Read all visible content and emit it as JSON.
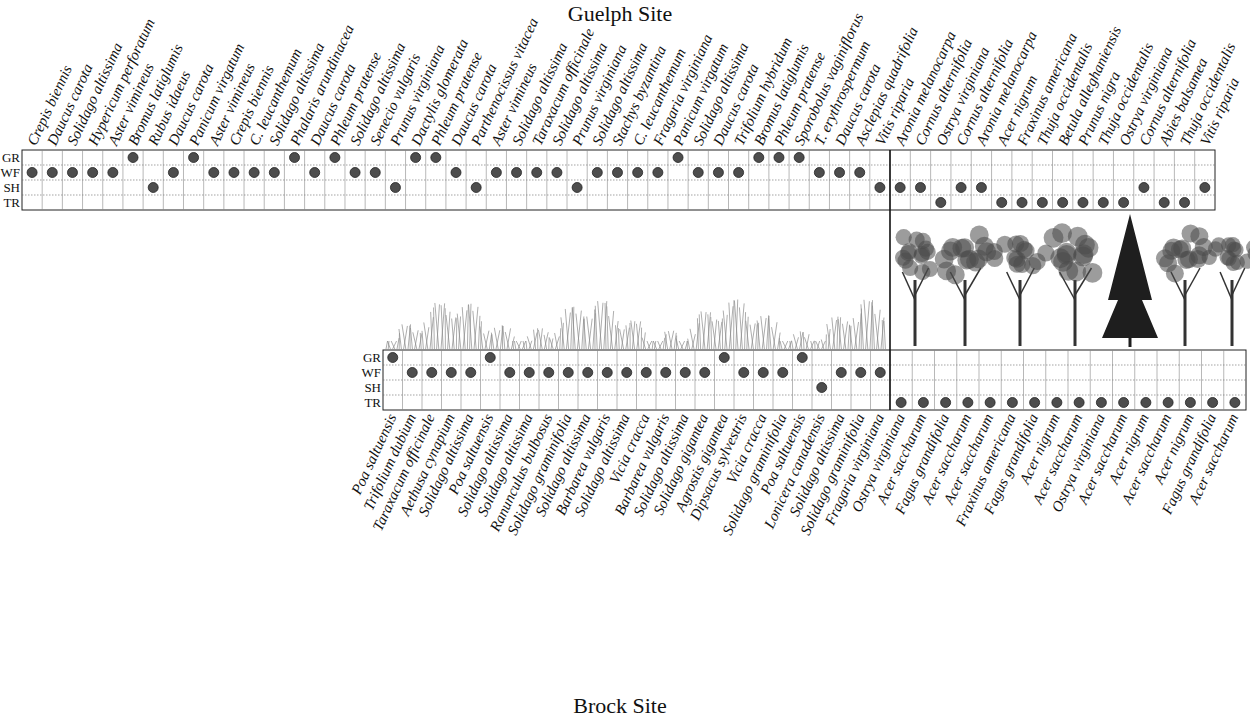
{
  "diagram": {
    "labels": [
      "Guelph Site",
      "Crepis biennis",
      "Daucus carota",
      "Solidago altissima",
      "Hypericum perforatum",
      "Aster vimineus",
      "Bromus latiglumis",
      "Rubus idaeus",
      "Daucus carota",
      "Panicum virgatum",
      "Aster vimineus",
      "Crepis biennis",
      "C. leucanthemum",
      "Solidago altissima",
      "Phalaris arundinacea",
      "Daucus carota",
      "Phleum pratense",
      "Solidago altissima",
      "Senecio vulgaris",
      "Prunus virginiana",
      "Dactylis glomerata",
      "Phleum pratense",
      "Daucus carota",
      "Parthenocissus vitacea",
      "Aster vimineus",
      "Solidago altissima",
      "Taraxacum officinale",
      "Solidago altissima",
      "Prunus virginiana",
      "Solidago altissima",
      "Stachys byzantina",
      "C. leucanthemum",
      "Fragaria virginiana",
      "Panicum virgatum",
      "Solidago altissima",
      "Daucus carota",
      "Trifolium hybridum",
      "Bromus latiglumis",
      "Phleum pratense",
      "Sporobolus vaginiflorus",
      "T. erythrospermum",
      "Daucus carota",
      "Asclepias quadrifolia",
      "Vitis riparia",
      "Aronia melanocarpa",
      "Cornus alternifolia",
      "Ostrya virginiana",
      "Cornus alternifolia",
      "Aronia melanocarpa",
      "Acer nigrum",
      "Fraxinus americana",
      "Thuja occidentalis",
      "Betula alleghaniensis",
      "Prunus nigra",
      "Thuja occidentalis",
      "Ostrya virginiana",
      "Cornus alternifolia",
      "Abies balsamea",
      "Thuja occidentalis",
      "Vitis riparia",
      "GR",
      "WF",
      "SH",
      "TR",
      "GR",
      "WF",
      "SH",
      "TR",
      "Poa saltuensis",
      "Trifolium dubium",
      "Taraxacum officinale",
      "Aethusa cynapium",
      "Solidago altissima",
      "Poa saltuensis",
      "Solidago altissima",
      "Solidago altissima",
      "Ranunculus bulbosus",
      "Solidago graminifolia",
      "Solidago altissima",
      "Barbarea vulgaris",
      "Solidago altissima",
      "Vicia cracca",
      "Barbarea vulgaris",
      "Solidago altissima",
      "Solidago gigantea",
      "Agrostis gigantea",
      "Dipsacus sylvestris",
      "Vicia cracca",
      "Solidago graminifolia",
      "Poa saltuensis",
      "Lonicera canadensis",
      "Solidago altissima",
      "Solidago graminifolia",
      "Fragaria virginiana",
      "Ostrya virginiana",
      "Acer saccharum",
      "Fagus grandifolia",
      "Acer saccharum",
      "Acer saccharum",
      "Fraxinus americana",
      "Fagus grandifolia",
      "Acer nigrum",
      "Acer saccharum",
      "Ostrya virginiana",
      "Acer saccharum",
      "Acer nigrum",
      "Acer saccharum",
      "Acer nigrum",
      "Fagus grandifolia",
      "Acer saccharum",
      "Brock Site"
    ]
  }
}
